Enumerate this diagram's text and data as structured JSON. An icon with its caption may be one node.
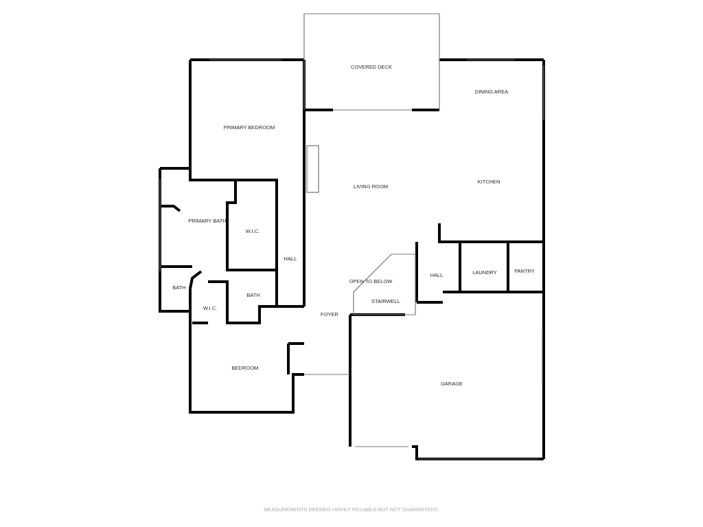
{
  "diagram": {
    "labels": [
      "COVERED DECK",
      "DINING AREA",
      "PRIMARY BEDROOM",
      "LIVING ROOM",
      "KITCHEN",
      "PRIMARY BATH",
      "W.I.C.",
      "HALL",
      "OPEN TO BELOW",
      "HALL",
      "LAUNDRY",
      "PANTRY",
      "BATH",
      "BATH",
      "STAIRWELL",
      "W.I.C.",
      "FOYER",
      "BEDROOM",
      "GARAGE",
      "MEASUREMENTS DEEMED HIGHLY RELIABLE BUT NOT GUARANTEED."
    ]
  }
}
